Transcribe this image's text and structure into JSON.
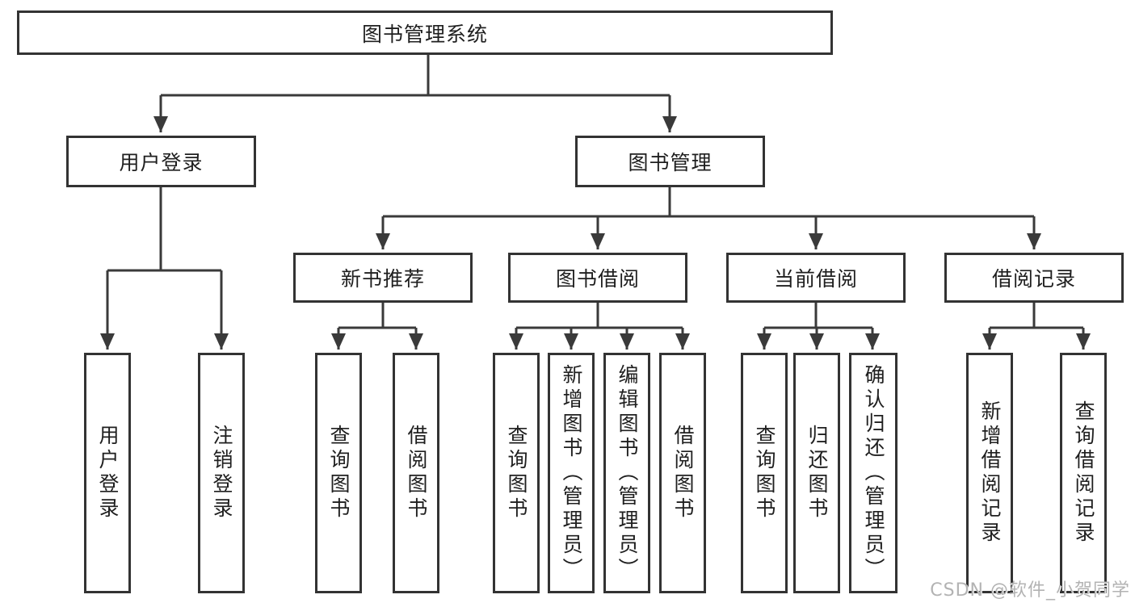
{
  "diagram": {
    "root": "图书管理系统",
    "level2": [
      {
        "label": "用户登录"
      },
      {
        "label": "图书管理"
      }
    ],
    "level3": [
      {
        "label": "新书推荐"
      },
      {
        "label": "图书借阅"
      },
      {
        "label": "当前借阅"
      },
      {
        "label": "借阅记录"
      }
    ],
    "leaves": {
      "user": [
        "用户登录",
        "注销登录"
      ],
      "newbook": [
        "查询图书",
        "借阅图书"
      ],
      "borrow": [
        "查询图书",
        "新增图书（管理员）",
        "编辑图书（管理员）",
        "借阅图书"
      ],
      "current": [
        "查询图书",
        "归还图书",
        "确认归还（管理员）"
      ],
      "records": [
        "新增借阅记录",
        "查询借阅记录"
      ]
    },
    "watermark": "CSDN @软件_小贺同学",
    "colors": {
      "line": "#3a3a3a",
      "box_border": "#333333",
      "text": "#1f1f1f",
      "watermark": "#b3b3b3",
      "background": "#ffffff"
    }
  }
}
